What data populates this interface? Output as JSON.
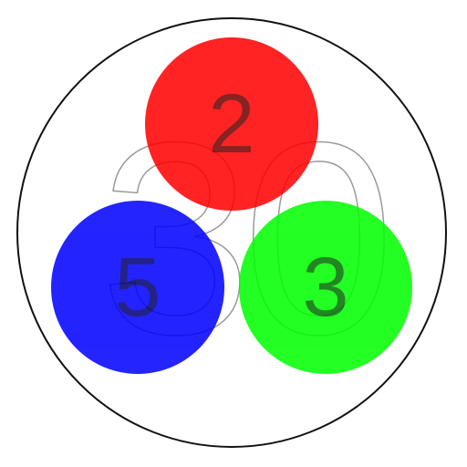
{
  "game": {
    "target": "30",
    "ring_color": "#111111"
  },
  "balls": [
    {
      "id": "red",
      "label": "2",
      "color": "#ff0000"
    },
    {
      "id": "blue",
      "label": "5",
      "color": "#0000ff"
    },
    {
      "id": "green",
      "label": "3",
      "color": "#00ff00"
    }
  ]
}
